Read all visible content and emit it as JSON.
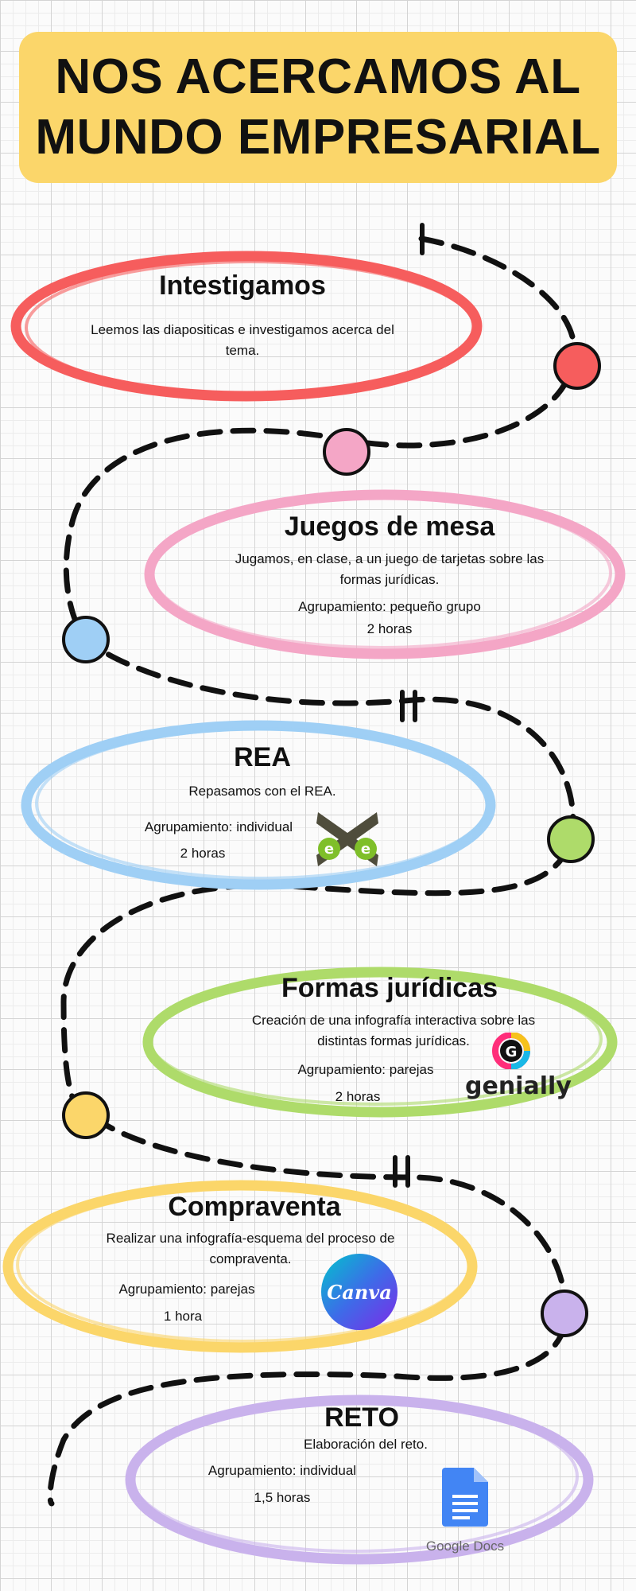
{
  "title": {
    "line1": "NOS ACERCAMOS AL",
    "line2": "MUNDO EMPRESARIAL"
  },
  "colors": {
    "red": "#f65d5d",
    "pink": "#f4a6c6",
    "blue": "#9fcff5",
    "green": "#aedb6a",
    "yellow": "#fbd66a",
    "purple": "#c9b2ec"
  },
  "steps": [
    {
      "heading": "Intestigamos",
      "desc": "Leemos las diapositicas e investigamos acerca del tema."
    },
    {
      "heading": "Juegos de mesa",
      "desc": "Jugamos, en clase, a un juego de tarjetas sobre las formas jurídicas.",
      "grouping": "Agrupamiento: pequeño grupo",
      "duration": "2 horas"
    },
    {
      "heading": "REA",
      "desc": "Repasamos con el REA.",
      "grouping": "Agrupamiento: individual",
      "duration": "2 horas",
      "logo": "exe-logo"
    },
    {
      "heading": "Formas jurídicas",
      "desc": "Creación de una infografía interactiva sobre las distintas formas jurídicas.",
      "grouping": "Agrupamiento: parejas",
      "duration": "2 horas",
      "logo_text": "genially"
    },
    {
      "heading": "Compraventa",
      "desc": "Realizar una infografía-esquema del proceso de compraventa.",
      "grouping": "Agrupamiento: parejas",
      "duration": "1 hora",
      "logo_text": "Canva"
    },
    {
      "heading": "RETO",
      "desc": "Elaboración del reto.",
      "grouping": "Agrupamiento: individual",
      "duration": "1,5 horas",
      "logo_text": "Google Docs"
    }
  ]
}
